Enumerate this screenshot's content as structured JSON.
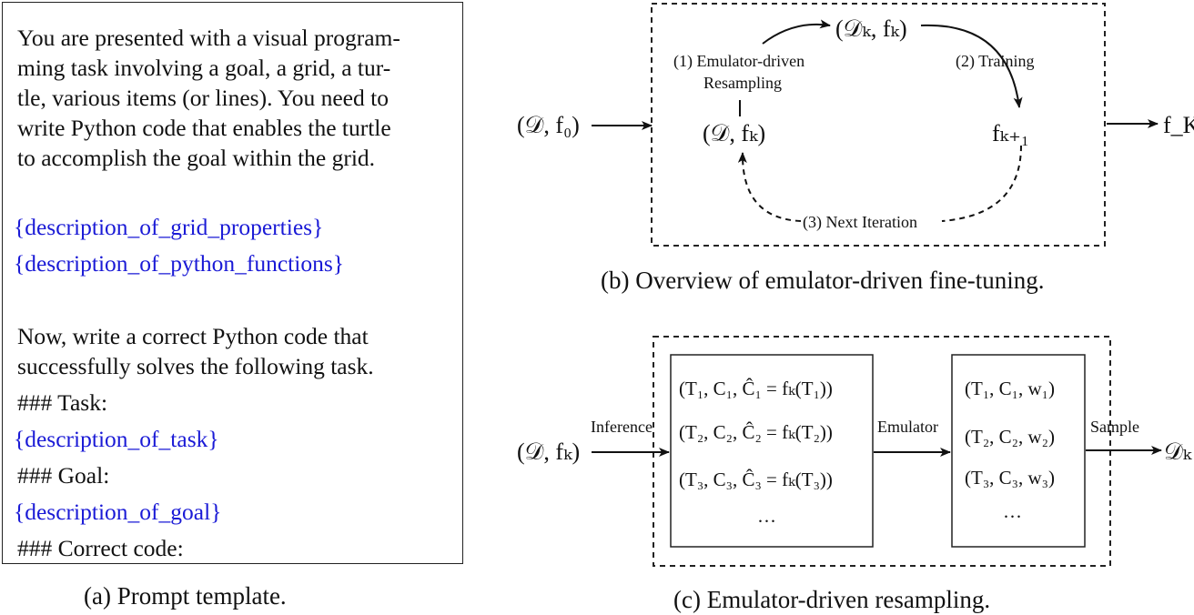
{
  "panel_a": {
    "lines": [
      "You are presented with a visual program-",
      "ming task involving a goal, a grid, a tur-",
      "tle, various items (or lines). You need to",
      "write Python code that enables the turtle",
      "to accomplish the goal within the grid."
    ],
    "placeholders": [
      "{description_of_grid_properties}",
      "{description_of_python_functions}"
    ],
    "lines2": [
      "Now, write a correct Python code that",
      "successfully solves the following task."
    ],
    "task_header": "### Task:",
    "task_placeholder": "{description_of_task}",
    "goal_header": "### Goal:",
    "goal_placeholder": "{description_of_goal}",
    "code_header": "### Correct code:",
    "caption": "(a) Prompt template."
  },
  "panel_b": {
    "input": "(𝒟, f₀)",
    "top_node": "(𝒟ₖ, fₖ)",
    "left_node": "(𝒟, fₖ)",
    "right_node": "fₖ₊₁",
    "output": "f_K",
    "step1_line1": "(1) Emulator-driven",
    "step1_line2": "Resampling",
    "step2": "(2) Training",
    "step3": "(3) Next Iteration",
    "caption": "(b) Overview of emulator-driven fine-tuning."
  },
  "panel_c": {
    "input": "(𝒟, fₖ)",
    "output": "𝒟ₖ",
    "inference_label": "Inference",
    "emulator_label": "Emulator",
    "sample_label": "Sample",
    "left_rows": [
      "(T₁, C₁, Ĉ₁ = fₖ(T₁))",
      "(T₂, C₂, Ĉ₂ = fₖ(T₂))",
      "(T₃, C₃, Ĉ₃ = fₖ(T₃))",
      "···"
    ],
    "right_rows": [
      "(T₁, C₁, w₁)",
      "(T₂, C₂, w₂)",
      "(T₃, C₃, w₃)",
      "···"
    ],
    "caption": "(c) Emulator-driven resampling."
  }
}
